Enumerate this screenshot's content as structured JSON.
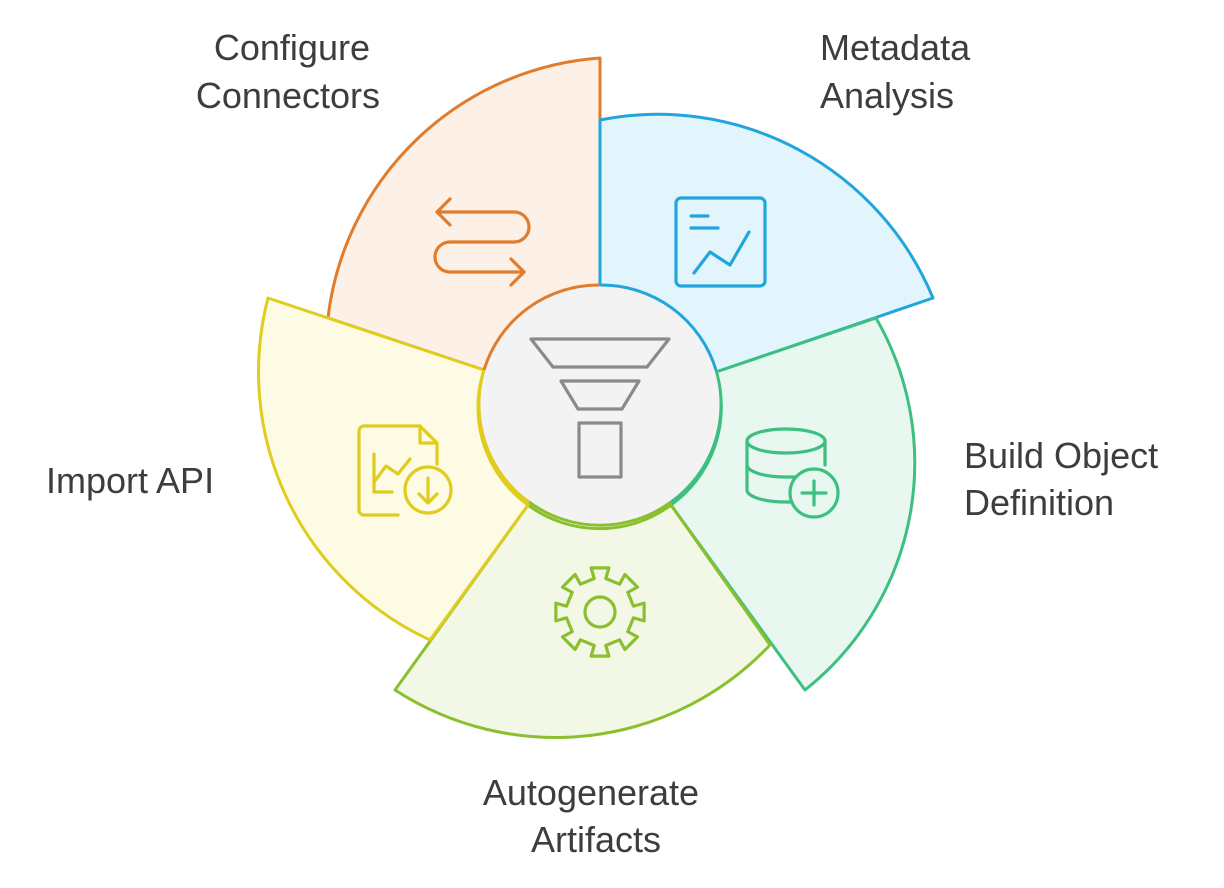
{
  "segments": [
    {
      "id": "configure-connectors",
      "label_lines": [
        "Configure",
        "Connectors"
      ],
      "icon": "arrows-exchange-icon",
      "fill": "#fdf0e6",
      "stroke": "#e07c2c"
    },
    {
      "id": "metadata-analysis",
      "label_lines": [
        "Metadata",
        "Analysis"
      ],
      "icon": "chart-trend-icon",
      "fill": "#e3f5fc",
      "stroke": "#20a6dc"
    },
    {
      "id": "build-object-definition",
      "label_lines": [
        "Build Object",
        "Definition"
      ],
      "icon": "database-add-icon",
      "fill": "#e8f8f1",
      "stroke": "#3cbf7f"
    },
    {
      "id": "autogenerate-artifacts",
      "label_lines": [
        "Autogenerate",
        "Artifacts"
      ],
      "icon": "gear-icon",
      "fill": "#f3f8e6",
      "stroke": "#8bbf2e"
    },
    {
      "id": "import-api",
      "label_lines": [
        "Import API"
      ],
      "icon": "document-download-icon",
      "fill": "#fdfbe3",
      "stroke": "#e0cc1e"
    }
  ],
  "hub": {
    "icon": "funnel-icon",
    "fill": "#f3f3f3",
    "stroke": "#8a8a8a"
  }
}
